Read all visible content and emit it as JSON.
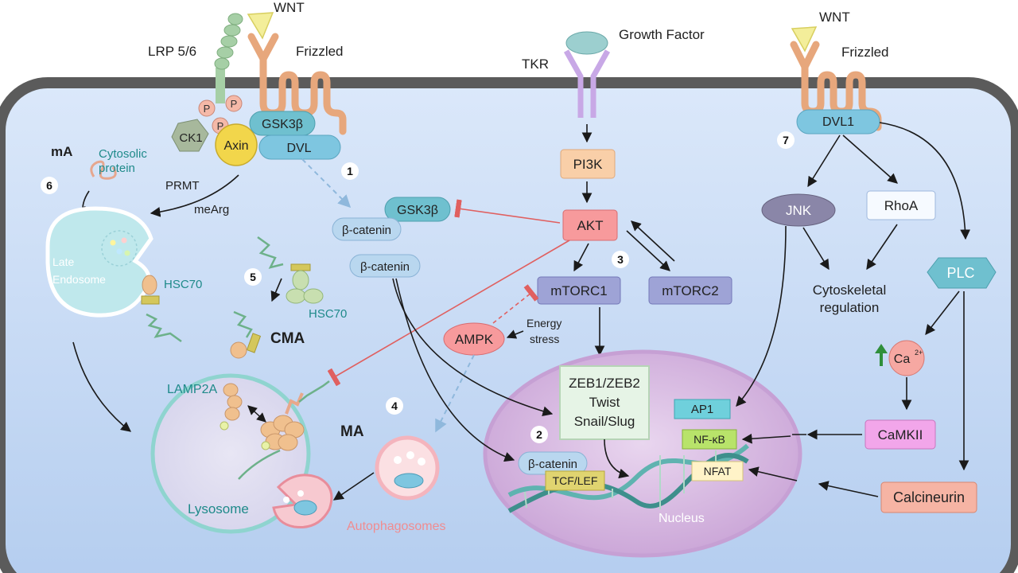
{
  "labels": {
    "wnt_left": "WNT",
    "lrp": "LRP 5/6",
    "frizzled_left": "Frizzled",
    "p": "P",
    "ck1": "CK1",
    "axin": "Axin",
    "gsk3b_complex": "GSK3β",
    "dvl_left": "DVL",
    "mA": "mA",
    "cytosolic_protein_1": "Cytosolic",
    "cytosolic_protein_2": "protein",
    "num6": "6",
    "prmt": "PRMT",
    "mearg": "meArg",
    "late_endosome_1": "Late",
    "late_endosome_2": "Endosome",
    "hsc70_left": "HSC70",
    "num5": "5",
    "hsc70_cma": "HSC70",
    "cma": "CMA",
    "lamp2a": "LAMP2A",
    "lysosome": "Lysosome",
    "num1": "1",
    "gsk3b_free": "GSK3β",
    "bcat_1": "β-catenin",
    "bcat_2": "β-catenin",
    "tkr": "TKR",
    "growth_factor": "Growth Factor",
    "pi3k": "PI3K",
    "akt": "AKT",
    "num3": "3",
    "mtorc1": "mTORC1",
    "mtorc2": "mTORC2",
    "ampk": "AMPK",
    "energy_stress_1": "Energy",
    "energy_stress_2": "stress",
    "num4": "4",
    "ma": "MA",
    "autophagosomes": "Autophagosomes",
    "zeb": "ZEB1/ZEB2",
    "twist": "Twist",
    "snail": "Snail/Slug",
    "num2": "2",
    "bcat_nuc": "β-catenin",
    "tcf": "TCF/LEF",
    "nucleus": "Nucleus",
    "ap1": "AP1",
    "nfkb": "NF-κB",
    "nfat": "NFAT",
    "wnt_right": "WNT",
    "frizzled_right": "Frizzled",
    "dvl1": "DVL1",
    "num7": "7",
    "jnk": "JNK",
    "rhoa": "RhoA",
    "cyto_reg_1": "Cytoskeletal",
    "cyto_reg_2": "regulation",
    "plc": "PLC",
    "ca": "Ca",
    "ca_sup": "2+",
    "camkii": "CaMKII",
    "calcineurin": "Calcineurin"
  },
  "colors": {
    "cell_fill": "#c7dcf6",
    "cell_border": "#5b5b5b",
    "receptor_tan": "#e7a77c",
    "gsk_teal": "#6fc0cf",
    "akt_pink": "#f79a9c",
    "mtor_purple": "#9ea3d6",
    "nucleus_purple": "#d6b6df",
    "inhibition_red": "#e06060",
    "dashed_blue": "#8fb8dc",
    "upregulation_green": "#2f8f3a"
  },
  "icons": [
    "wnt-ligand-icon",
    "up-arrow-icon",
    "membrane-receptor-icon",
    "dna-helix-icon"
  ]
}
